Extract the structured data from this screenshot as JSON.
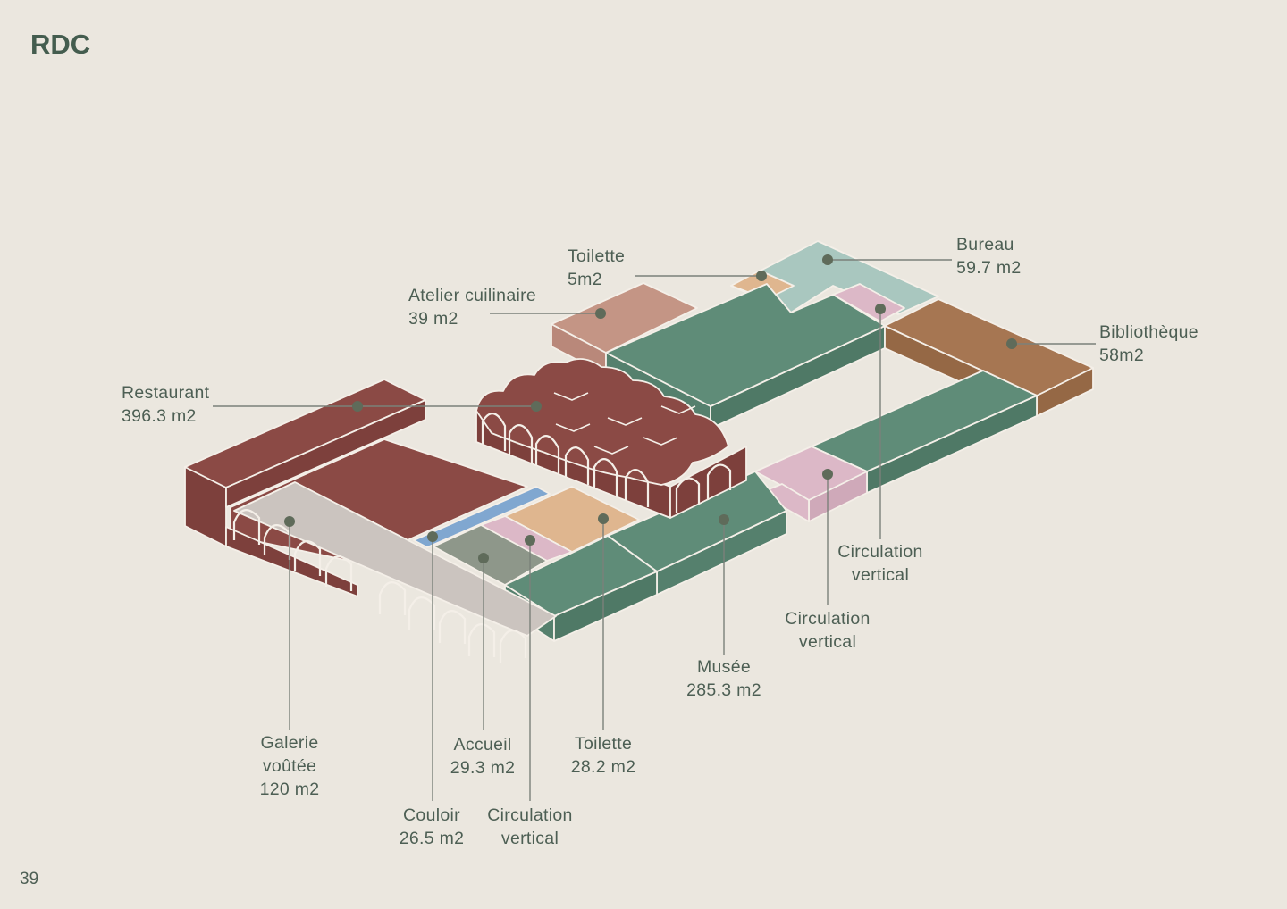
{
  "title": "RDC",
  "page_number": "39",
  "colors": {
    "background": "#ebe7df",
    "restaurant": "#8b4a45",
    "musee": "#5f8c78",
    "bureau": "#a9c7bf",
    "circulation": "#dcb8c7",
    "toilette": "#dfb68f",
    "bibliotheque": "#a67652",
    "atelier": "#c49585",
    "couloir": "#80a7d0",
    "accueil": "#8e978a",
    "galerie": "#cbc4bf"
  },
  "labels": {
    "toilette_small": {
      "name": "Toilette",
      "area": "5m2"
    },
    "bureau": {
      "name": "Bureau",
      "area": "59.7 m2"
    },
    "atelier": {
      "name": "Atelier cuilinaire",
      "area": "39 m2"
    },
    "bibliotheque": {
      "name": "Bibliothèque",
      "area": "58m2"
    },
    "restaurant": {
      "name": "Restaurant",
      "area": "396.3 m2"
    },
    "circ_east": {
      "name": "Circulation",
      "area": "vertical"
    },
    "circ_mid": {
      "name": "Circulation",
      "area": "vertical"
    },
    "musee": {
      "name": "Musée",
      "area": "285.3 m2"
    },
    "galerie": {
      "name": "Galerie",
      "name2": "voûtée",
      "area": "120 m2"
    },
    "accueil": {
      "name": "Accueil",
      "area": "29.3 m2"
    },
    "toilette": {
      "name": "Toilette",
      "area": "28.2 m2"
    },
    "couloir": {
      "name": "Couloir",
      "area": "26.5 m2"
    },
    "circ_west": {
      "name": "Circulation",
      "area": "vertical"
    }
  }
}
